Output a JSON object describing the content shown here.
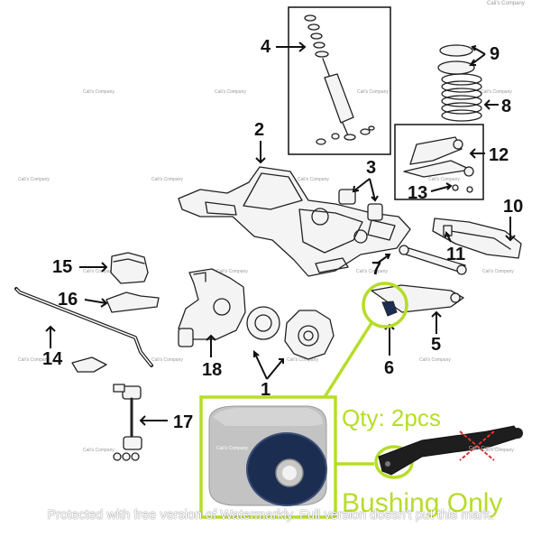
{
  "callouts": [
    "4",
    "9",
    "8",
    "12",
    "2",
    "3",
    "13",
    "10",
    "11",
    "15",
    "7",
    "16",
    "14",
    "5",
    "18",
    "6",
    "1",
    "17"
  ],
  "watermark_text": "Cali's Company",
  "promo": {
    "qty": "Qty: 2pcs",
    "bushing_only": "Bushing Only"
  },
  "footer_watermark": "Protected with free version of Watermarkly. Full version doesn't put this mark.",
  "colors": {
    "highlight": "#b6dd2a",
    "bushing_rubber": "#1c2d52",
    "bushing_shell": "#bdbdbd",
    "cross_mark": "#d33"
  }
}
